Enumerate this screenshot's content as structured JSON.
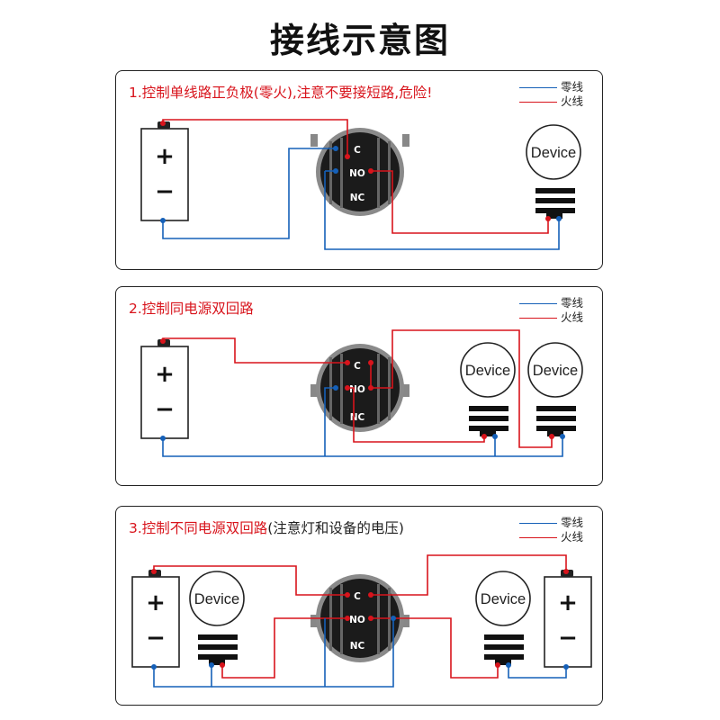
{
  "title": "接线示意图",
  "colors": {
    "red_wire": "#d8141c",
    "blue_wire": "#1560b8",
    "caption": "#d8141c"
  },
  "legend": {
    "neutral": "零线",
    "live": "火线"
  },
  "switch_terminals": {
    "c": "C",
    "no": "NO",
    "nc": "NC"
  },
  "battery": {
    "positive": "+",
    "negative": "−"
  },
  "device_label": "Device",
  "panels": [
    {
      "caption": "1.控制单线路正负极(零火),注意不要接短路,危险!",
      "caption_extra": ""
    },
    {
      "caption": "2.控制同电源双回路",
      "caption_extra": ""
    },
    {
      "caption": "3.控制不同电源双回路",
      "caption_extra": "(注意灯和设备的电压)"
    }
  ]
}
